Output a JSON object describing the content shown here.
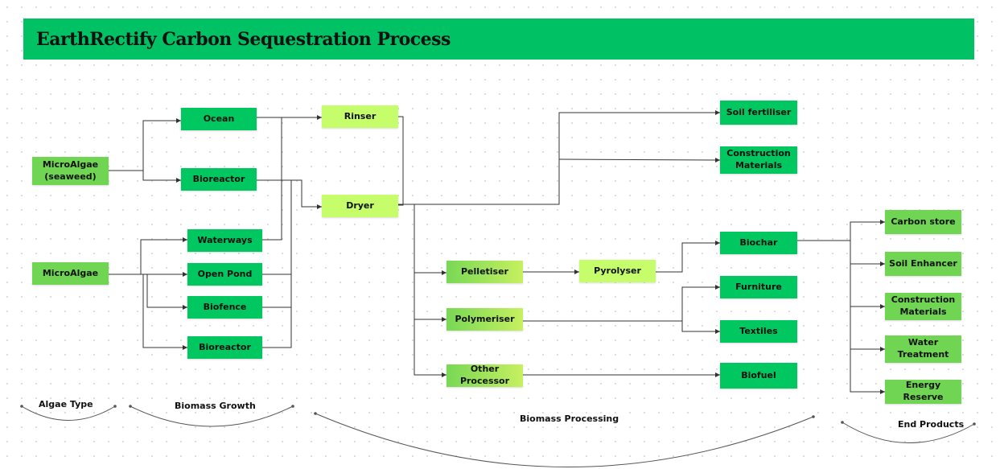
{
  "title": "EarthRectify Carbon Sequestration Process",
  "nodes": {
    "microalgae_seaweed": "MicroAlgae\n(seaweed)",
    "microalgae": "MicroAlgae",
    "ocean": "Ocean",
    "bioreactor_1": "Bioreactor",
    "waterways": "Waterways",
    "open_pond": "Open Pond",
    "biofence": "Biofence",
    "bioreactor_2": "Bioreactor",
    "rinser": "Rinser",
    "dryer": "Dryer",
    "pelletiser": "Pelletiser",
    "polymeriser": "Polymeriser",
    "other_processor": "Other Processor",
    "pyrolyser": "Pyrolyser",
    "soil_fertiliser": "Soil fertiliser",
    "construction_materials_1": "Construction\nMaterials",
    "biochar": "Biochar",
    "furniture": "Furniture",
    "textiles": "Textiles",
    "biofuel": "Biofuel",
    "carbon_store": "Carbon store",
    "soil_enhancer": "Soil Enhancer",
    "construction_materials_2": "Construction\nMaterials",
    "water_treatment": "Water\nTreatment",
    "energy_reserve": "Energy Reserve"
  },
  "stage_labels": {
    "algae_type": "Algae Type",
    "biomass_growth": "Biomass Growth",
    "biomass_processing": "Biomass Processing",
    "end_products": "End Products"
  },
  "colors": {
    "header": "#00c163",
    "node_green": "#00c75f",
    "node_mid": "#6fd553",
    "node_light": "#c6fe6b",
    "connector": "#333333"
  }
}
